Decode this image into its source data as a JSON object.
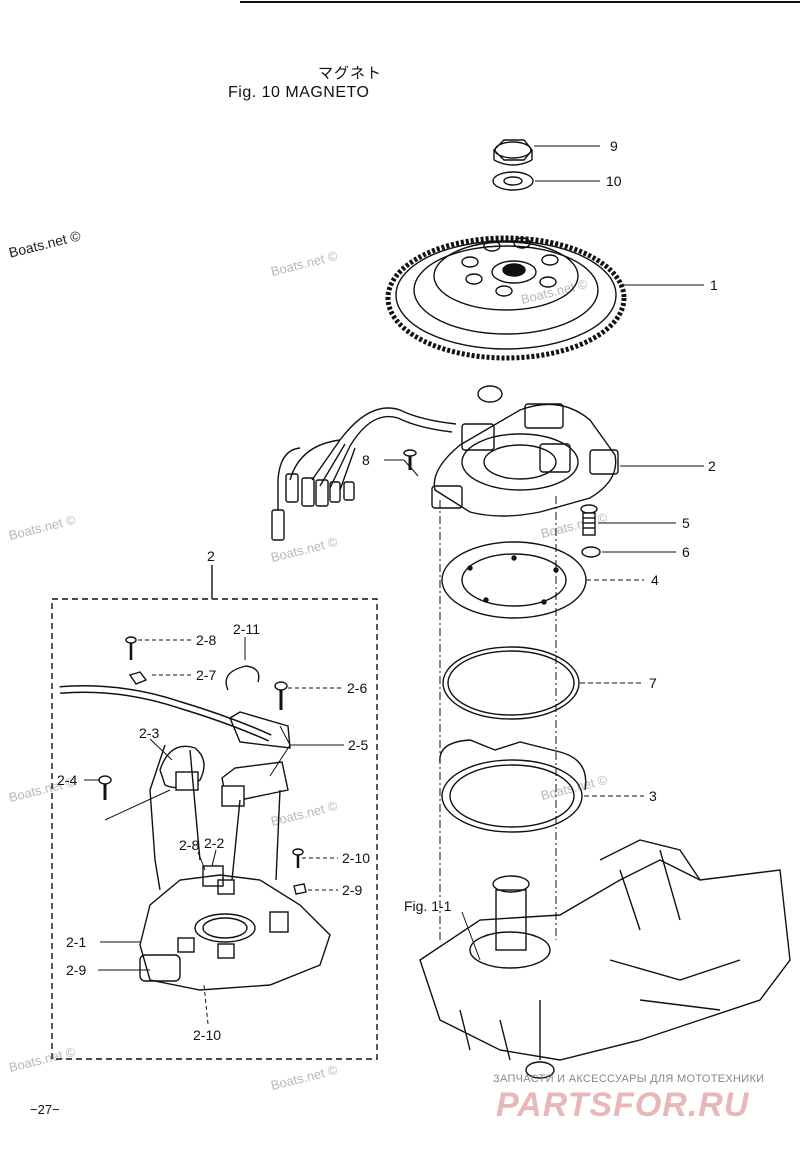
{
  "title": {
    "japanese": "マグネト",
    "figure": "Fig. 10     MAGNETO"
  },
  "watermark": "Boats.net ©",
  "callouts": {
    "c9": "9",
    "c10": "10",
    "c1": "1",
    "c2": "2",
    "c8": "8",
    "c5": "5",
    "c6": "6",
    "c4": "4",
    "c7": "7",
    "c3": "3",
    "inset": "2",
    "c2_8a": "2-8",
    "c2_11": "2-11",
    "c2_7": "2-7",
    "c2_6": "2-6",
    "c2_3": "2-3",
    "c2_5": "2-5",
    "c2_4": "2-4",
    "c2_8b": "2-8",
    "c2_2": "2-2",
    "c2_10a": "2-10",
    "c2_9a": "2-9",
    "c2_1": "2-1",
    "c2_9b": "2-9",
    "c2_10b": "2-10"
  },
  "fig_ref": "Fig. 1-1",
  "page_number": "−27−",
  "brand": {
    "subtitle": "ЗАПЧАСТИ И АКСЕССУАРЫ ДЛЯ МОТОТЕХНИКИ",
    "name": "PARTSFOR.RU"
  }
}
